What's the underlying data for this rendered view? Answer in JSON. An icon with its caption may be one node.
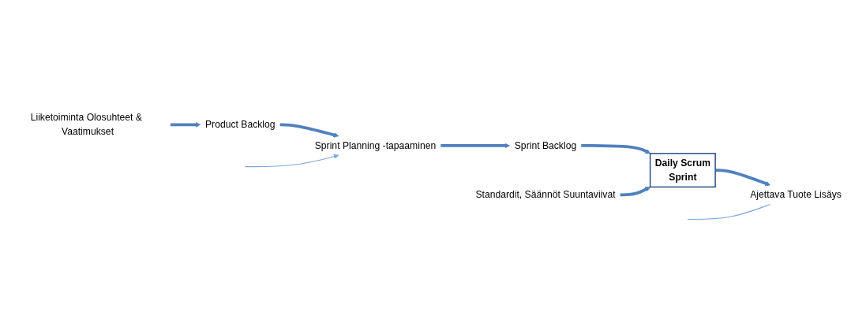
{
  "diagram": {
    "nodes": [
      {
        "text": [
          "Liiketoiminta Olosuhteet & Vaatimukset"
        ]
      },
      {
        "text": [
          "Product Backlog"
        ]
      },
      {
        "text": [
          "Sprint Planning -tapaaminen"
        ]
      },
      {
        "text": [
          "Sprint Backlog"
        ]
      },
      {
        "text": [
          "Standardit, Säännöt Suuntaviivat"
        ]
      },
      {
        "text": [
          "Daily Scrum",
          "Sprint"
        ]
      },
      {
        "text": [
          "Ajettava Tuote Lisäys"
        ]
      }
    ],
    "edges": [
      {
        "from": 0,
        "to": 1,
        "arrow": "to"
      },
      {
        "from": 1,
        "to": 2,
        "arrow": "to"
      },
      {
        "from": 2,
        "to": 3,
        "arrow": "to"
      },
      {
        "from": 3,
        "to": 5,
        "arrow": "to"
      },
      {
        "from": 4,
        "to": 5,
        "arrow": "to"
      },
      {
        "from": 5,
        "to": 6,
        "arrow": "to"
      },
      {
        "from": null,
        "to": 2,
        "arrow": "to",
        "color": "#7fa7d9"
      },
      {
        "from": null,
        "to": 6,
        "arrow": "none",
        "color": "#7fa7d9"
      }
    ]
  }
}
